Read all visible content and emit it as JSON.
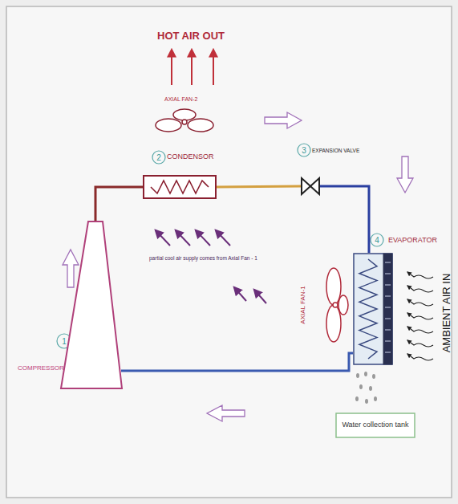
{
  "diagram": {
    "nodes": [
      {
        "text": [
          "COMPRESSOR"
        ]
      },
      {
        "text": [
          "CONDENSOR"
        ]
      },
      {
        "text": [
          "EXPANSION VALVE"
        ]
      },
      {
        "text": [
          "EVAPORATOR"
        ]
      },
      {
        "text": [
          "Water collection tank"
        ]
      }
    ],
    "edges": [
      {
        "from": 0,
        "to": 1,
        "arrow": "none"
      },
      {
        "from": 1,
        "to": 2,
        "arrow": "none"
      },
      {
        "from": 2,
        "to": 3,
        "arrow": "none"
      },
      {
        "from": 3,
        "to": 0,
        "arrow": "none"
      }
    ],
    "labels": [
      "HOT AIR OUT",
      "AXIAL FAN-2",
      "2",
      "3",
      "4",
      "partial cool air supply comes from Axial Fan - 1",
      "AXIAL FAN-1",
      "AMBIENT AIR IN",
      "1"
    ]
  }
}
